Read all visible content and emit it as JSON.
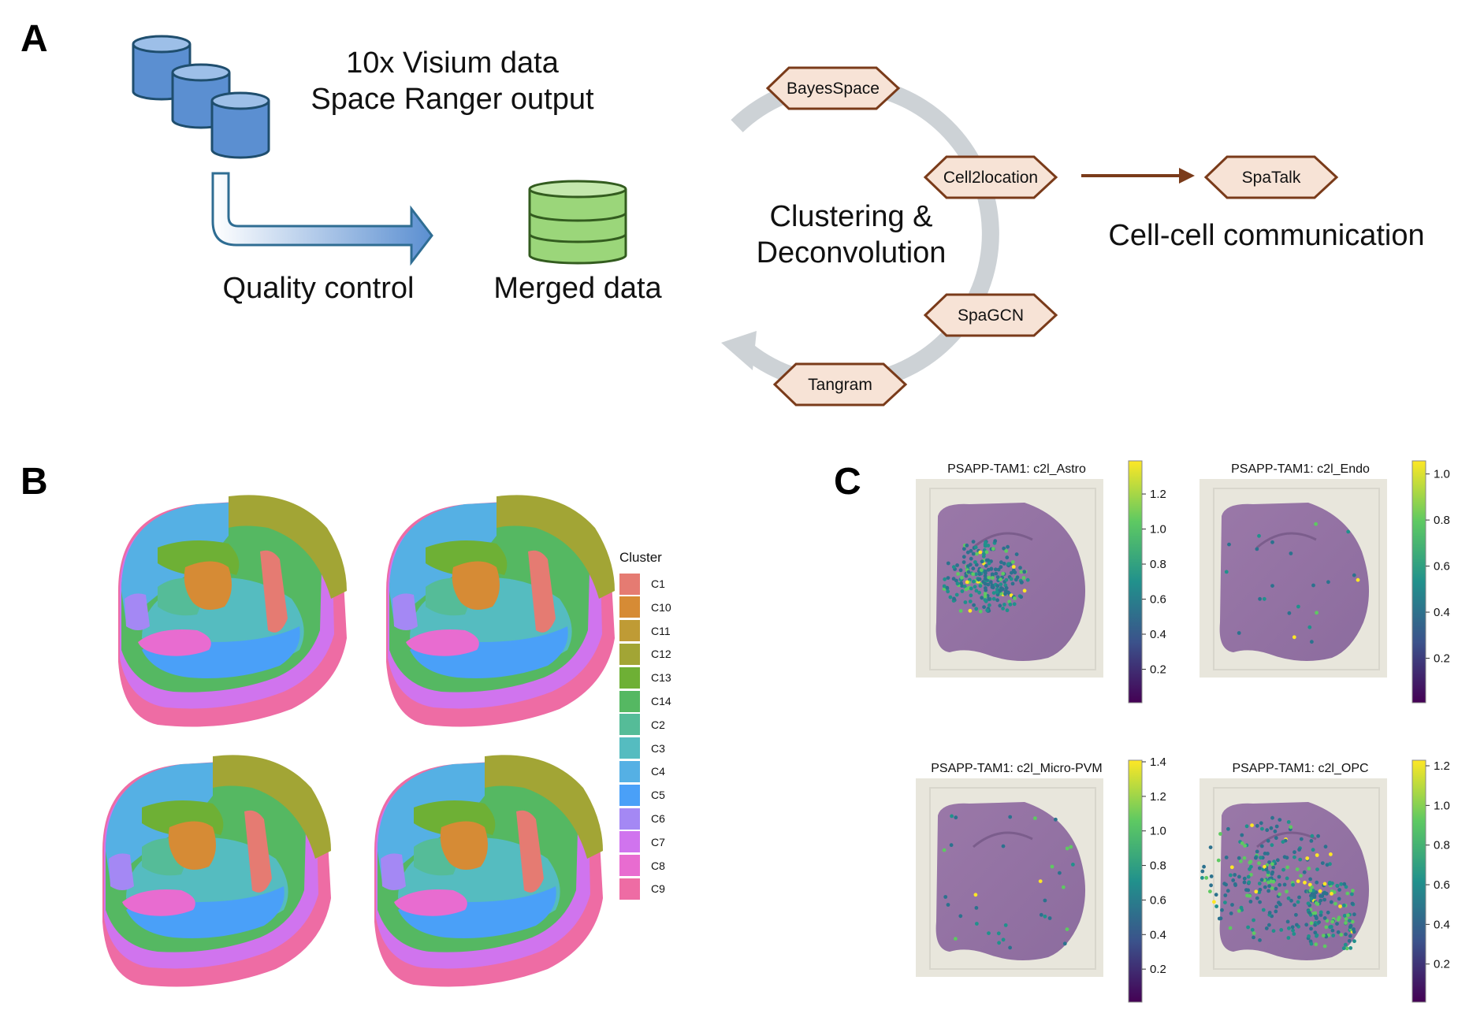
{
  "panels": {
    "a": {
      "label": "A",
      "input_title_line1": "10x Visium data",
      "input_title_line2": "Space Ranger output",
      "qc_label": "Quality control",
      "merged_label": "Merged data",
      "cycle_label_line1": "Clustering &",
      "cycle_label_line2": "Deconvolution",
      "ccc_label": "Cell-cell communication",
      "tools": {
        "bayesspace": "BayesSpace",
        "cell2location": "Cell2location",
        "spagcn": "SpaGCN",
        "tangram": "Tangram",
        "spatalk": "SpaTalk"
      },
      "colors": {
        "db_blue_fill": "#5b8fd1",
        "db_blue_stroke": "#1f4e6e",
        "db_green_fill": "#9bd67a",
        "db_green_stroke": "#335c1f",
        "hex_fill": "#f7e3d6",
        "hex_stroke": "#7a3b1a",
        "cycle_arc": "#cdd2d6",
        "arrow": "#7a3b1a"
      }
    },
    "b": {
      "label": "B",
      "legend": {
        "title": "Cluster",
        "items": [
          {
            "name": "C1",
            "color": "#e57b72"
          },
          {
            "name": "C10",
            "color": "#d68b35"
          },
          {
            "name": "C11",
            "color": "#bf9b35"
          },
          {
            "name": "C12",
            "color": "#a2a535"
          },
          {
            "name": "C13",
            "color": "#6eb035"
          },
          {
            "name": "C14",
            "color": "#55b862"
          },
          {
            "name": "C2",
            "color": "#55bc98"
          },
          {
            "name": "C3",
            "color": "#55bcc0"
          },
          {
            "name": "C4",
            "color": "#55b0e4"
          },
          {
            "name": "C5",
            "color": "#4aa0f8"
          },
          {
            "name": "C6",
            "color": "#a488f4"
          },
          {
            "name": "C7",
            "color": "#d074ee"
          },
          {
            "name": "C8",
            "color": "#e86cd0"
          },
          {
            "name": "C9",
            "color": "#ee6ca4"
          }
        ]
      },
      "sections": [
        "section-1",
        "section-2",
        "section-3",
        "section-4"
      ]
    },
    "c": {
      "label": "C",
      "plots": [
        {
          "title": "PSAPP-TAM1: c2l_Astro",
          "ticks": [
            "1.2",
            "1.0",
            "0.8",
            "0.6",
            "0.4",
            "0.2"
          ],
          "max": 1.38
        },
        {
          "title": "PSAPP-TAM1: c2l_Endo",
          "ticks": [
            "1.0",
            "0.8",
            "0.6",
            "0.4",
            "0.2"
          ],
          "max": 1.05
        },
        {
          "title": "PSAPP-TAM1: c2l_Micro-PVM",
          "ticks": [
            "1.4",
            "1.2",
            "1.0",
            "0.8",
            "0.6",
            "0.4",
            "0.2"
          ],
          "max": 1.4
        },
        {
          "title": "PSAPP-TAM1: c2l_OPC",
          "ticks": [
            "1.2",
            "1.0",
            "0.8",
            "0.6",
            "0.4",
            "0.2"
          ],
          "max": 1.22
        }
      ]
    }
  }
}
